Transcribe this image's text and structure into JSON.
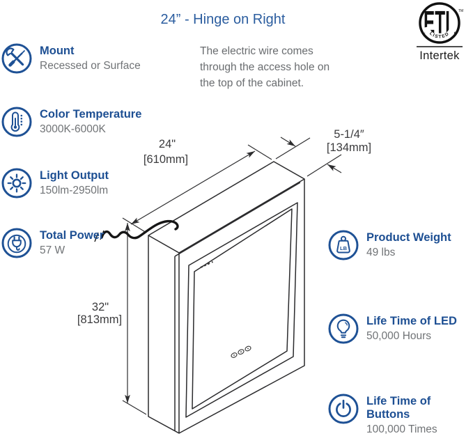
{
  "header": {
    "title": "24” - Hinge on Right"
  },
  "note": {
    "text": "The electric wire comes through the access hole on the top of the cabinet."
  },
  "etl": {
    "letters": "ETL",
    "listed": "LISTED",
    "trademark": "TM",
    "brand": "Intertek"
  },
  "features_left": [
    {
      "icon": "tools-icon",
      "label": "Mount",
      "value": "Recessed or Surface"
    },
    {
      "icon": "thermometer-icon",
      "label": "Color Temperature",
      "value": "3000K-6000K"
    },
    {
      "icon": "sun-icon",
      "label": "Light Output",
      "value": "150lm-2950lm"
    },
    {
      "icon": "plug-icon",
      "label": "Total Power",
      "value": "57 W"
    }
  ],
  "features_right": [
    {
      "icon": "weight-icon",
      "label": "Product Weight",
      "value": "49 lbs",
      "badge": "LB"
    },
    {
      "icon": "bulb-icon",
      "label": "Life Time of LED",
      "value": "50,000 Hours"
    },
    {
      "icon": "power-icon",
      "label": "Life Time of Buttons",
      "value": "100,000 Times"
    }
  ],
  "dimensions": {
    "width": "24\"",
    "width_mm": "[610mm]",
    "depth": "5-1/4″",
    "depth_mm": "[134mm]",
    "height": "32\"",
    "height_mm": "[813mm]"
  },
  "colors": {
    "accent_blue": "#1e5195",
    "heading_blue": "#2b5d9f",
    "text_gray": "#707376",
    "line_color": "#2a2a2c"
  }
}
